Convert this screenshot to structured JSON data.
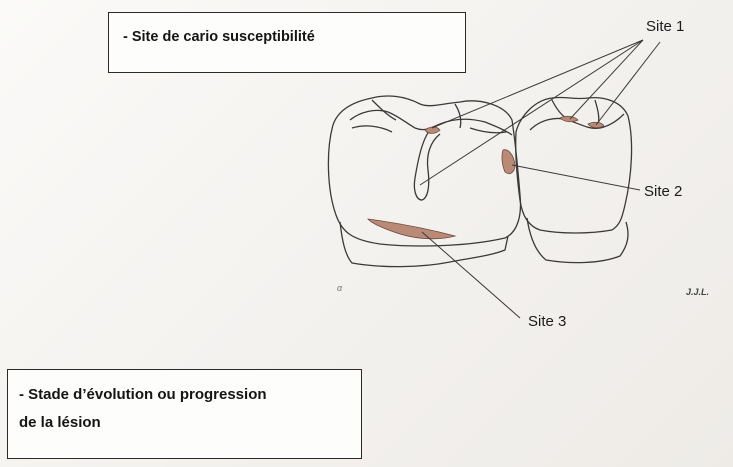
{
  "boxes": {
    "top": "- Site de cario susceptibilité",
    "bottom_line1": "- Stade d’évolution ou progression",
    "bottom_line2": "de la lésion"
  },
  "labels": {
    "site1": "Site 1",
    "site2": "Site 2",
    "site3": "Site 3"
  },
  "marks": {
    "left": "α",
    "right": "J.J.L."
  },
  "colors": {
    "lesion": "#b98a76",
    "outline": "#3a3a3a"
  }
}
